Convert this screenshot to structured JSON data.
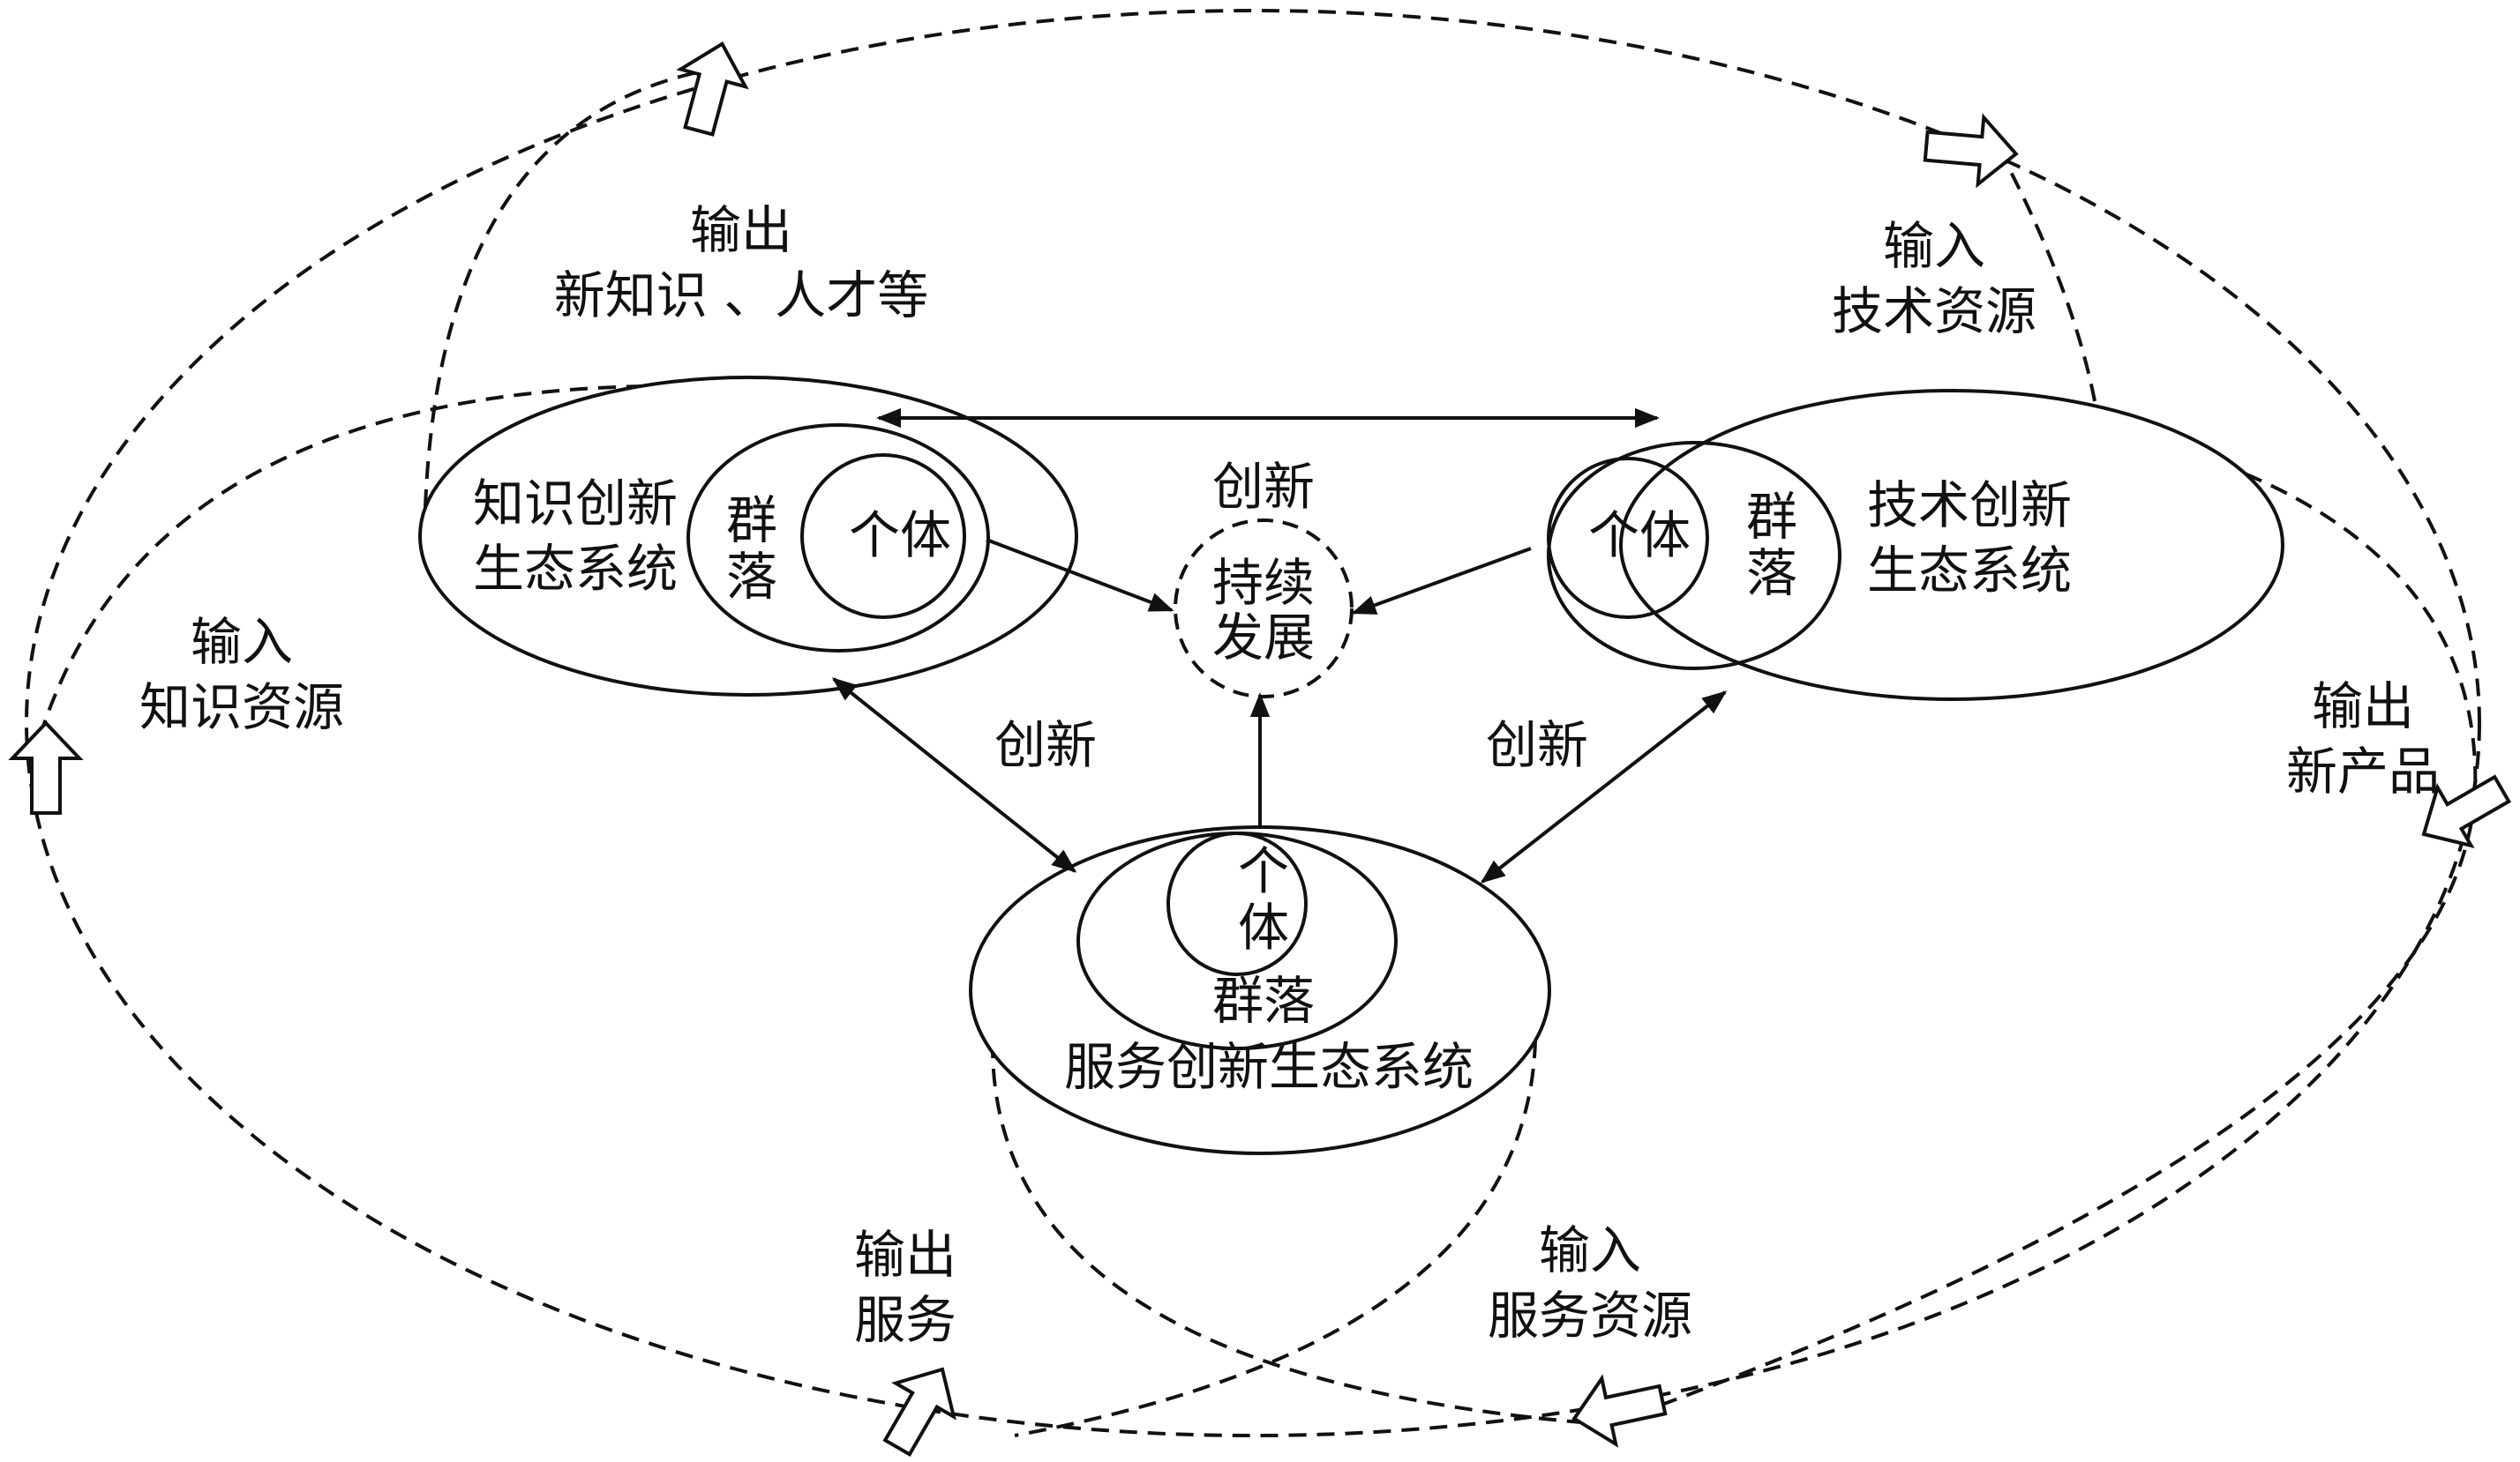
{
  "systems": {
    "knowledge": {
      "name_line1": "知识创新",
      "name_line2": "生态系统",
      "community": "群\n落",
      "individual": "个体"
    },
    "technology": {
      "name_line1": "技术创新",
      "name_line2": "生态系统",
      "community": "群\n落",
      "individual": "个体"
    },
    "service": {
      "name": "服务创新生态系统",
      "community": "群落",
      "individual": "个\n体"
    }
  },
  "center": {
    "top_label": "创新",
    "line1": "持续",
    "line2": "发展"
  },
  "links": {
    "left": "创新",
    "right": "创新"
  },
  "flows": {
    "top_left": {
      "line1": "输出",
      "line2": "新知识 、人才等"
    },
    "top_right": {
      "line1": "输入",
      "line2": "技术资源"
    },
    "left": {
      "line1": "输入",
      "line2": "知识资源"
    },
    "right": {
      "line1": "输出",
      "line2": "新产品"
    },
    "bottom_left": {
      "line1": "输出",
      "line2": "服务"
    },
    "bottom_right": {
      "line1": "输入",
      "line2": "服务资源"
    }
  },
  "colors": {
    "stroke": "#111111",
    "background": "#ffffff"
  }
}
